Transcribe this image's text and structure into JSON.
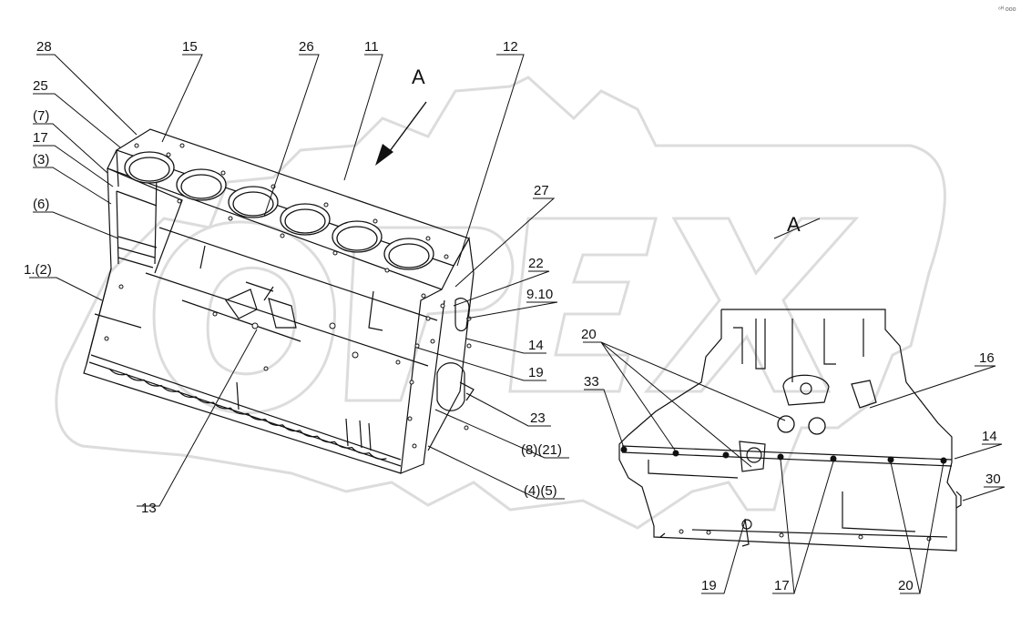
{
  "corner_mark": "⁶ᴴ ooo",
  "view_label_top": "A",
  "view_label_right": "A",
  "watermark_text": "OPEX",
  "callouts_left": [
    "28",
    "15",
    "26",
    "11",
    "12",
    "25",
    "(7)",
    "17",
    "(3)",
    "(6)",
    "1.(2)",
    "27",
    "22",
    "9.10",
    "14",
    "19",
    "23",
    "(8)(21)",
    "(4)(5)",
    "13"
  ],
  "callouts_right": [
    "20",
    "33",
    "16",
    "14",
    "30",
    "19",
    "17",
    "20"
  ]
}
